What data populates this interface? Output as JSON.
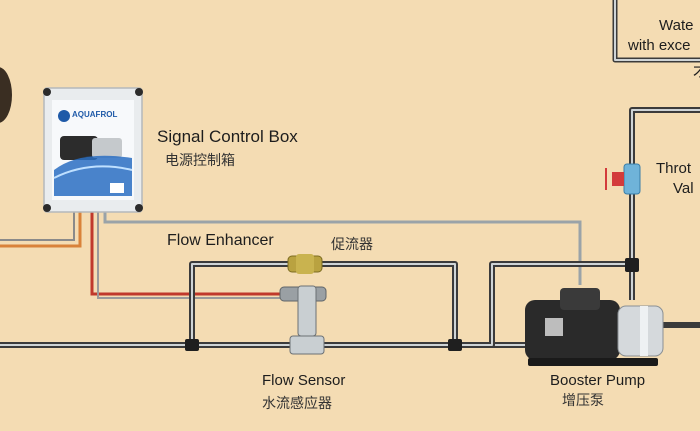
{
  "diagram": {
    "control_box": {
      "title": "Signal Control Box",
      "title_zh": "电源控制箱",
      "brand": "AQUAFROL"
    },
    "flow_enhancer": {
      "label": "Flow Enhancer",
      "label_zh": "促流器"
    },
    "flow_sensor": {
      "label": "Flow Sensor",
      "label_zh": "水流感应器"
    },
    "booster_pump": {
      "label": "Booster Pump",
      "label_zh": "增压泵"
    },
    "throttle_valve": {
      "label_partial_1": "Throt",
      "label_partial_2": "Val"
    },
    "water_note": {
      "line1": "Wate",
      "line2": "with exce",
      "line3": "才"
    }
  }
}
